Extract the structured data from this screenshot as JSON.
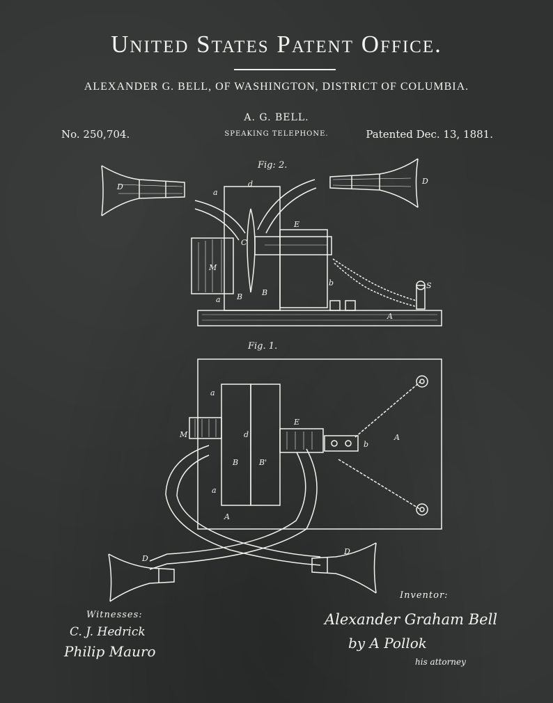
{
  "header": {
    "title": "United States Patent Office.",
    "inventor_line": "ALEXANDER G. BELL, OF WASHINGTON, DISTRICT OF COLUMBIA.",
    "name_short": "A. G. BELL.",
    "patent_number": "No. 250,704.",
    "subject": "SPEAKING TELEPHONE.",
    "patent_date": "Patented Dec. 13, 1881."
  },
  "figures": {
    "fig2_label": "Fig: 2.",
    "fig1_label": "Fig. 1.",
    "letters": {
      "D": "D",
      "a": "a",
      "d": "d",
      "E": "E",
      "C": "C",
      "M": "M",
      "B": "B",
      "Bp": "B'",
      "b": "b",
      "A": "A",
      "S": "S"
    }
  },
  "signatures": {
    "witnesses_label": "Witnesses:",
    "witness_1": "C. J. Hedrick",
    "witness_2": "Philip Mauro",
    "inventor_label": "Inventor:",
    "inventor_signature": "Alexander Graham Bell",
    "by_line": "by A Pollok",
    "attorney": "his attorney"
  }
}
